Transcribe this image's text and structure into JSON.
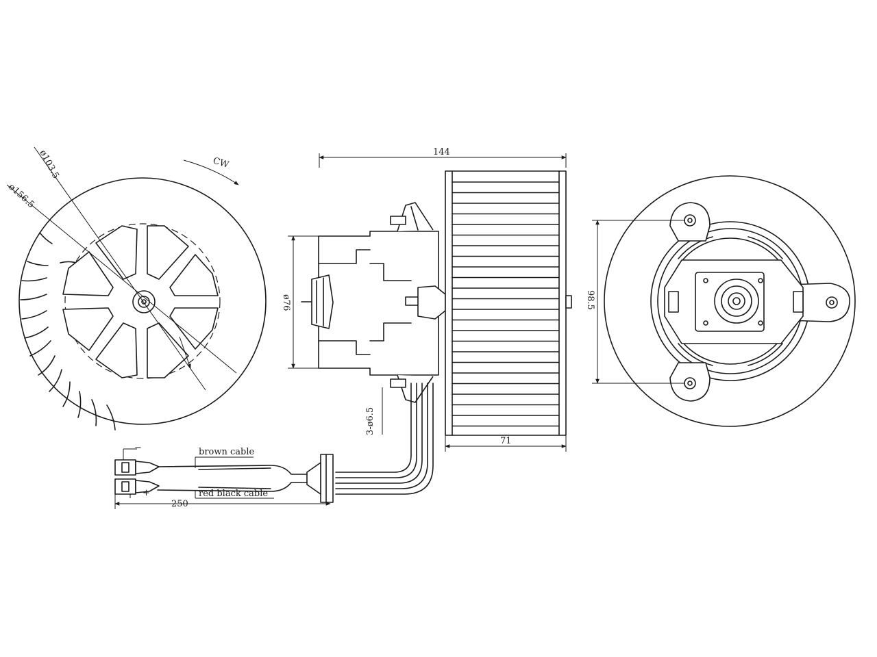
{
  "labels": {
    "rotation": "CW",
    "diameter_outer": "ø156.5",
    "diameter_inner": "ø103.5",
    "diameter_motor": "ø76",
    "length_total": "144",
    "length_wheel": "71",
    "mount_hole_dim": "98.5",
    "mount_holes": "3-ø6.5",
    "cable_length": "250",
    "brown_cable": "brown cable",
    "red_black_cable": "red black cable",
    "minus_terminal": "−",
    "plus_terminal": "+"
  }
}
